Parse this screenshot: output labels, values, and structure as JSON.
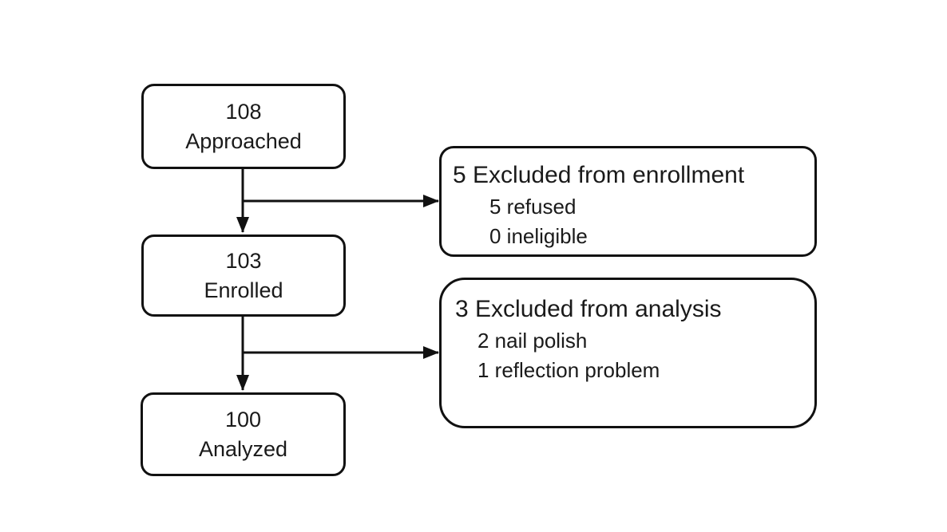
{
  "diagram": {
    "background_color": "#ffffff",
    "line_color": "#111111",
    "text_color": "#1a1a1a",
    "nodes": {
      "approached": {
        "count": "108",
        "label": "Approached"
      },
      "enrolled": {
        "count": "103",
        "label": "Enrolled"
      },
      "analyzed": {
        "count": "100",
        "label": "Analyzed"
      },
      "excluded_enrollment": {
        "title": "5 Excluded from enrollment",
        "items": [
          "5 refused",
          "0 ineligible"
        ]
      },
      "excluded_analysis": {
        "title": "3 Excluded from analysis",
        "items": [
          "2 nail polish",
          "1 reflection problem"
        ]
      }
    }
  }
}
